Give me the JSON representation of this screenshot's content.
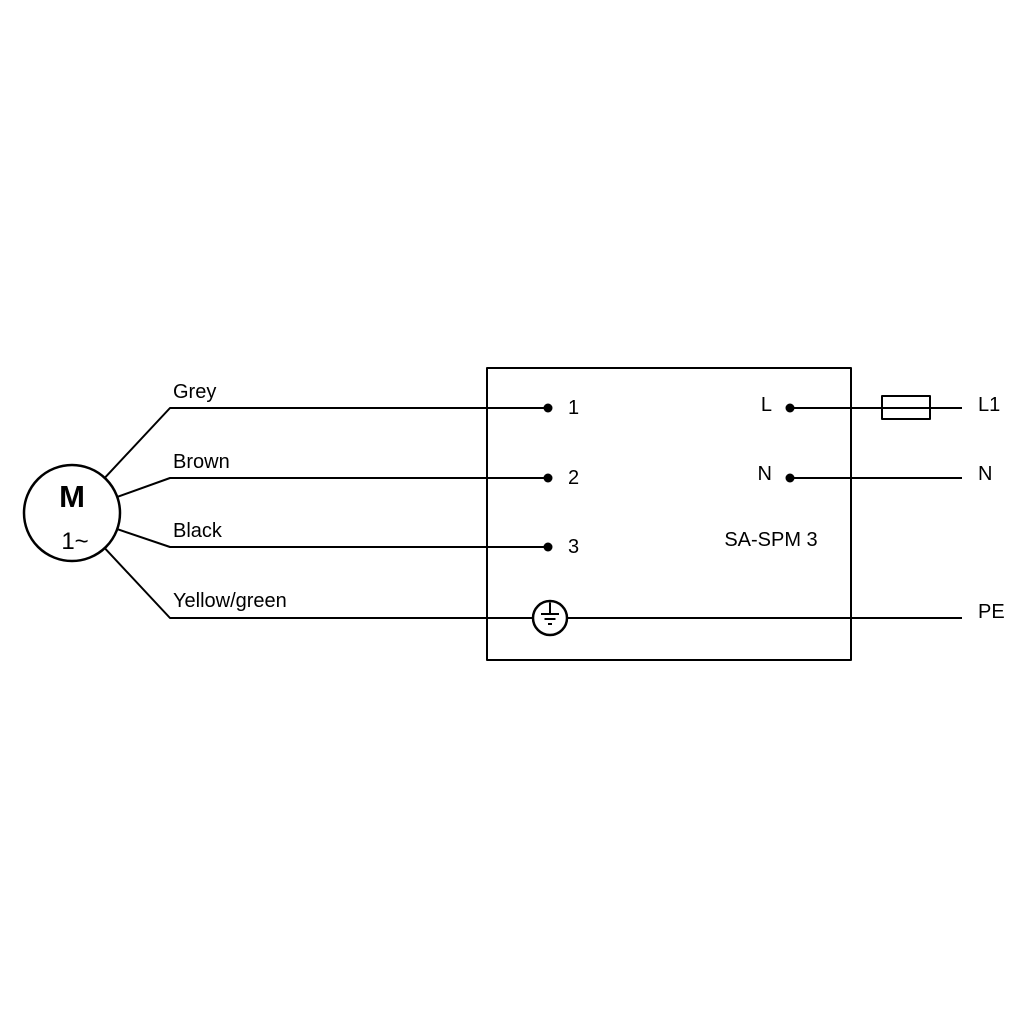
{
  "colors": {
    "background": "#ffffff",
    "line": "#000000",
    "text": "#000000"
  },
  "motor": {
    "label": "M",
    "sublabel": "1~"
  },
  "wires": {
    "grey": {
      "label": "Grey",
      "terminal": "1"
    },
    "brown": {
      "label": "Brown",
      "terminal": "2"
    },
    "black": {
      "label": "Black",
      "terminal": "3"
    },
    "yellow_green": {
      "label": "Yellow/green"
    }
  },
  "controller": {
    "label": "SA-SPM 3",
    "terminal_l": "L",
    "terminal_n": "N"
  },
  "supply": {
    "l1": "L1",
    "n": "N",
    "pe": "PE"
  }
}
